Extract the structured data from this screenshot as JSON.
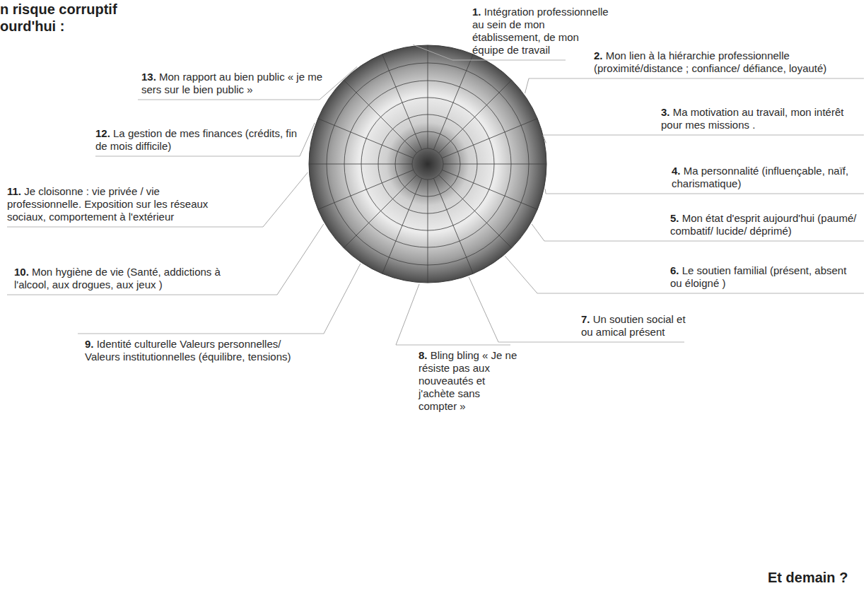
{
  "diagram": {
    "labels": [
      "n risque corruptif",
      "ourd'hui :",
      "1.",
      "Intégration professionnelle au sein de mon établissement, de mon équipe de travail",
      "2.",
      "Mon lien à la hiérarchie professionnelle (proximité/distance ; confiance/ défiance, loyauté)",
      "3.",
      "Ma motivation au travail, mon intérêt pour mes missions .",
      "4.",
      "Ma personnalité (influençable, naïf, charismatique)",
      "5.",
      "Mon état d'esprit aujourd'hui (paumé/ combatif/ lucide/ déprimé)",
      "6.",
      "Le soutien familial (présent, absent ou éloigné )",
      "7.",
      "Un soutien social et ou amical présent",
      "8.",
      "Bling bling « Je ne résiste pas aux nouveautés et j'achète sans compter »",
      "9.",
      "Identité culturelle Valeurs personnelles/ Valeurs institutionnelles (équilibre, tensions)",
      "10.",
      "Mon hygiène de vie (Santé, addictions à l'alcool, aux drogues, aux jeux )",
      "11.",
      "Je cloisonne : vie privée / vie professionnelle. Exposition sur les réseaux sociaux, comportement à l'extérieur",
      "12.",
      "La gestion de mes finances (crédits, fin de mois difficile)",
      "13.",
      "Mon rapport au bien public « je me sers sur le bien public »",
      "Et demain ?"
    ]
  }
}
